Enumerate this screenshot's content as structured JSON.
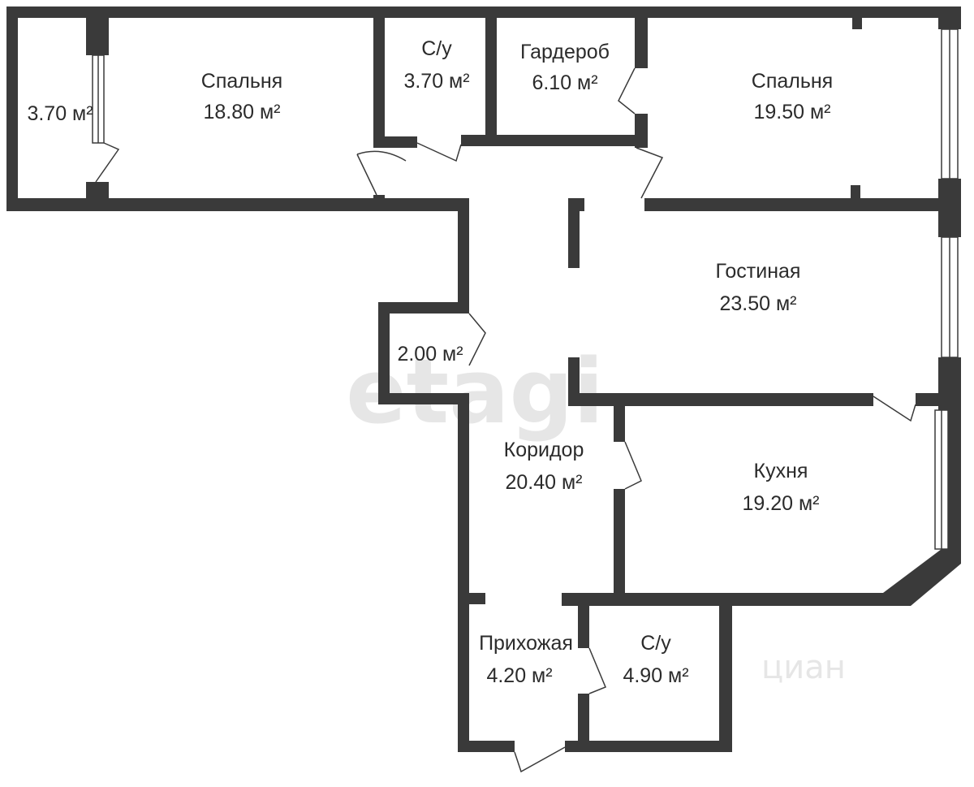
{
  "rooms": [
    {
      "id": "balcony",
      "name": "",
      "area": "3.70 м²"
    },
    {
      "id": "bedroom-1",
      "name": "Спальня",
      "area": "18.80 м²"
    },
    {
      "id": "bathroom-1",
      "name": "С/у",
      "area": "3.70 м²"
    },
    {
      "id": "wardrobe",
      "name": "Гардероб",
      "area": "6.10 м²"
    },
    {
      "id": "bedroom-2",
      "name": "Спальня",
      "area": "19.50 м²"
    },
    {
      "id": "living-room",
      "name": "Гостиная",
      "area": "23.50 м²"
    },
    {
      "id": "storage",
      "name": "",
      "area": "2.00 м²"
    },
    {
      "id": "corridor",
      "name": "Коридор",
      "area": "20.40 м²"
    },
    {
      "id": "kitchen",
      "name": "Кухня",
      "area": "19.20 м²"
    },
    {
      "id": "hallway",
      "name": "Прихожая",
      "area": "4.20 м²"
    },
    {
      "id": "bathroom-2",
      "name": "С/у",
      "area": "4.90 м²"
    }
  ],
  "watermarks": {
    "center": "etagi",
    "right": "циан"
  },
  "colors": {
    "wall": "#3a3a3a",
    "background": "#ffffff",
    "text": "#2b2b2b"
  }
}
